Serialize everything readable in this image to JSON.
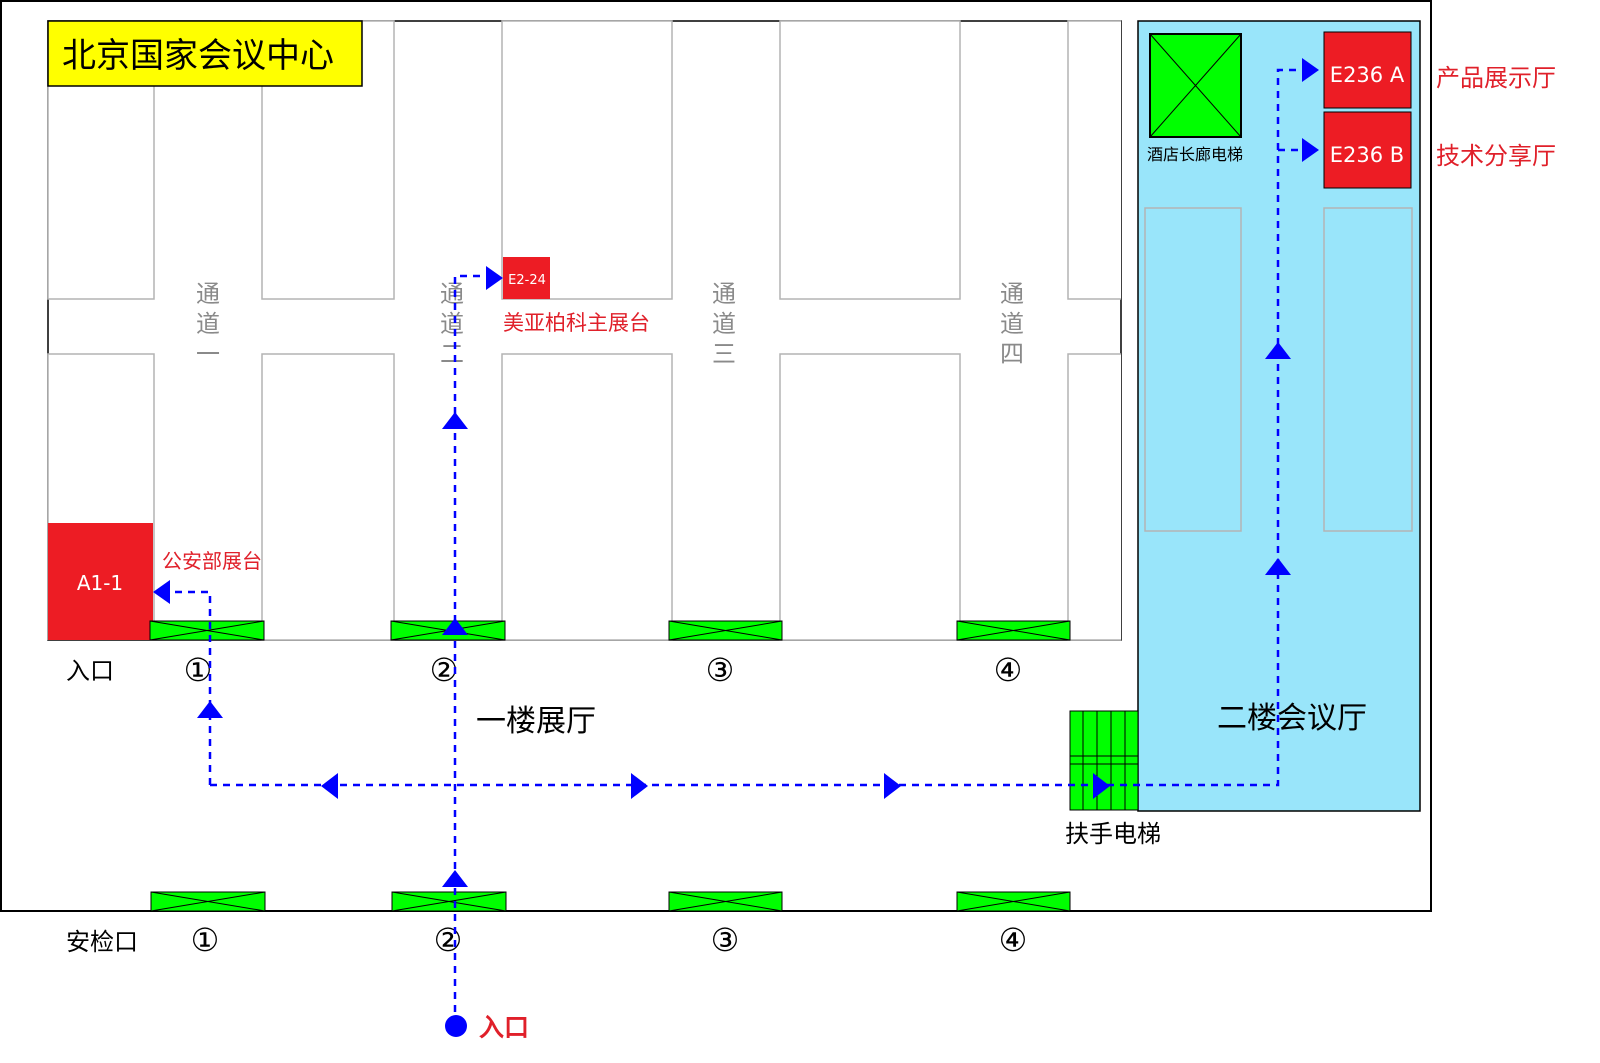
{
  "venue_title": "北京国家会议中心",
  "aisles": [
    {
      "chars": [
        "通",
        "道",
        "一"
      ]
    },
    {
      "chars": [
        "通",
        "道",
        "二"
      ]
    },
    {
      "chars": [
        "通",
        "道",
        "三"
      ]
    },
    {
      "chars": [
        "通",
        "道",
        "四"
      ]
    }
  ],
  "booths": {
    "a1": {
      "code": "A1-1",
      "name": "公安部展台"
    },
    "e2": {
      "code": "E2-24",
      "name": "美亚柏科主展台"
    },
    "e236a": {
      "code": "E236 A",
      "name": "产品展示厅"
    },
    "e236b": {
      "code": "E236 B",
      "name": "技术分享厅"
    }
  },
  "hall1_entrance_label": "入口",
  "hall1_gates": [
    "①",
    "②",
    "③",
    "④"
  ],
  "security_label": "安检口",
  "security_gates": [
    "①",
    "②",
    "③",
    "④"
  ],
  "hall1_name": "一楼展厅",
  "hall2_name": "二楼会议厅",
  "hotel_elevator_label": "酒店长廊电梯",
  "escalator_label": "扶手电梯",
  "main_entrance_label": "入口",
  "colors": {
    "title_bg": "#ffff00",
    "booth_red": "#ed1c24",
    "label_red": "#e0202a",
    "gate_green": "#00ff00",
    "hall2_blue": "#99e5fa",
    "route_blue": "#0000ff",
    "aisle_gray": "#b4b4b4"
  }
}
